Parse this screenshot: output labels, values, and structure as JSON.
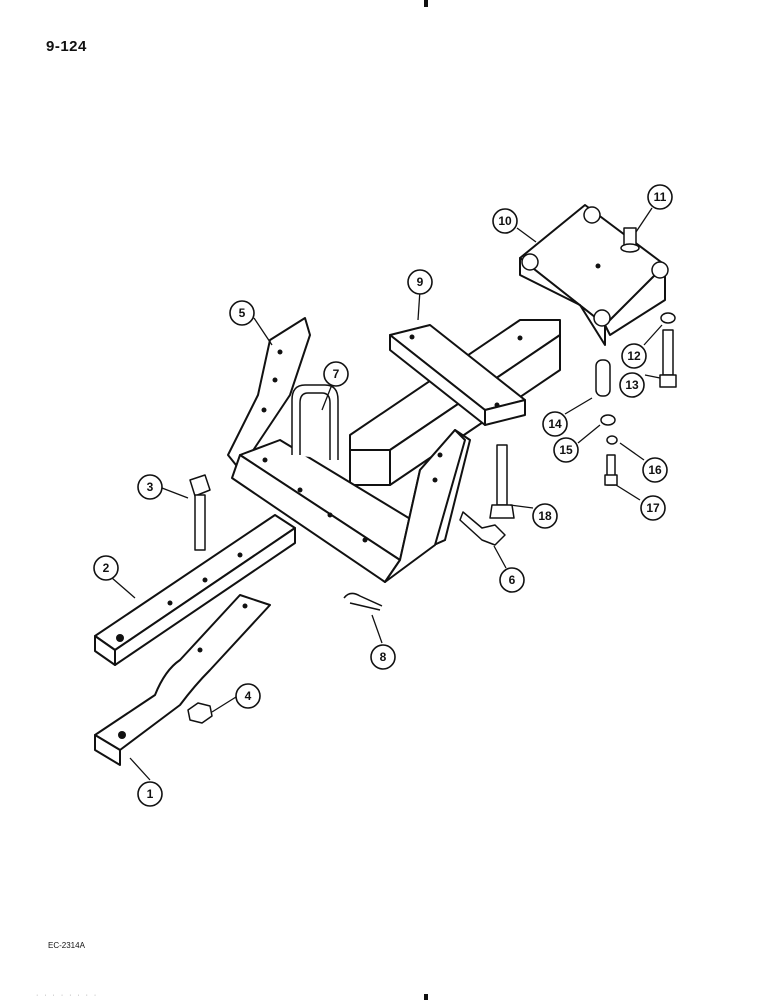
{
  "page": {
    "number": "9-124",
    "figure_code": "EC-2314A",
    "footer_text": "· · · · · · · ·"
  },
  "callouts": [
    "1",
    "2",
    "3",
    "4",
    "5",
    "6",
    "7",
    "8",
    "9",
    "10",
    "11",
    "12",
    "13",
    "14",
    "15",
    "16",
    "17",
    "18"
  ]
}
